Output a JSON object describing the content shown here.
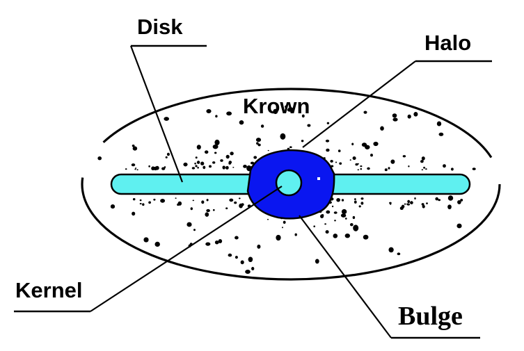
{
  "labels": {
    "disk": "Disk",
    "halo": "Halo",
    "krown": "Krown",
    "kernel": "Kernel",
    "bulge": "Bulge"
  },
  "colors": {
    "disk_fill": "#5ff0f0",
    "bulge_fill": "#0a16f0",
    "kernel_fill": "#5ff0f0",
    "outline": "#000000",
    "star": "#000000",
    "background": "#ffffff"
  }
}
